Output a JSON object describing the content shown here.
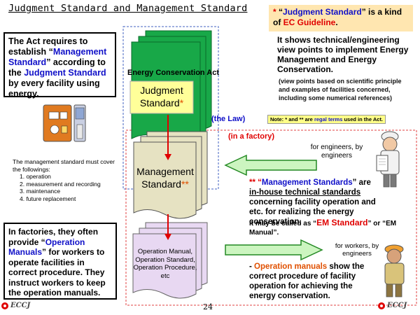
{
  "title": "Judgment Standard and Management Standard",
  "box_act": {
    "p1": "The Act requires to establish “",
    "p2": "Management Standard",
    "p3": "” according to the ",
    "p4": "Judgment Standard",
    "p5": " by every facility using energy."
  },
  "ec_note": {
    "star": "*",
    "q1": " “",
    "js": "Judgment Standard",
    "q2": "” is a kind of ",
    "ecg": "EC Guideline",
    "dot": "."
  },
  "shows_text": "It shows technical/engineering view points to implement Energy Management and Energy Conservation.",
  "viewpoints_text": "(view points based on scientific principle and examples of facilities concerned, including some numerical references)",
  "note_regal": {
    "a": "Note: * and ** are ",
    "b": "regal terms",
    "c": " used in the Act."
  },
  "act_label": "Energy Conservation Act",
  "judgment_label": "Judgment Standard",
  "judgment_star": "*",
  "law_label": "(the Law)",
  "factory_label": "(in a factory)",
  "engineers_label": "for engineers, by engineers",
  "management_label": "Management Standard",
  "management_star": "**",
  "ms_desc": {
    "star": "** “",
    "ms": "Management Standards",
    "a": "” are ",
    "inh": "in-house technical standards",
    "b": " concerning facility operation and etc. for realizing the energy conservation."
  },
  "em_desc": {
    "a": "It may be called as “",
    "em": "EM Standard",
    "b": "” or “EM Manual”."
  },
  "cover_title": "The management standard must cover the followings:",
  "cover_items": [
    "1. operation",
    "2. measurement and recording",
    "3. maintenance",
    "4. future replacement"
  ],
  "manuals_label": "Operation Manual, Operation Standard, Operation Procedure, etc",
  "workers_label": "for workers, by engineers",
  "om_desc": {
    "dash": "- ",
    "om": "Operation manuals",
    "a": " show the correct procedure of facility operation for achieving the energy conservation."
  },
  "box_factories": {
    "a": "In factories, they often provide “",
    "om": "Operation Manuals",
    "b": "” for workers to operate facilities in correct procedure. They instruct workers to keep the operation manuals."
  },
  "page_number": "24",
  "logo_text": "ECCJ",
  "colors": {
    "green": "#18a848",
    "yellow": "#ffff99",
    "tan": "#e6e2c2",
    "lavender": "#e8d8f2",
    "arrow_green": "#ccf5c0",
    "red": "#e00000",
    "blue": "#1010c8",
    "orange": "#e05000"
  }
}
